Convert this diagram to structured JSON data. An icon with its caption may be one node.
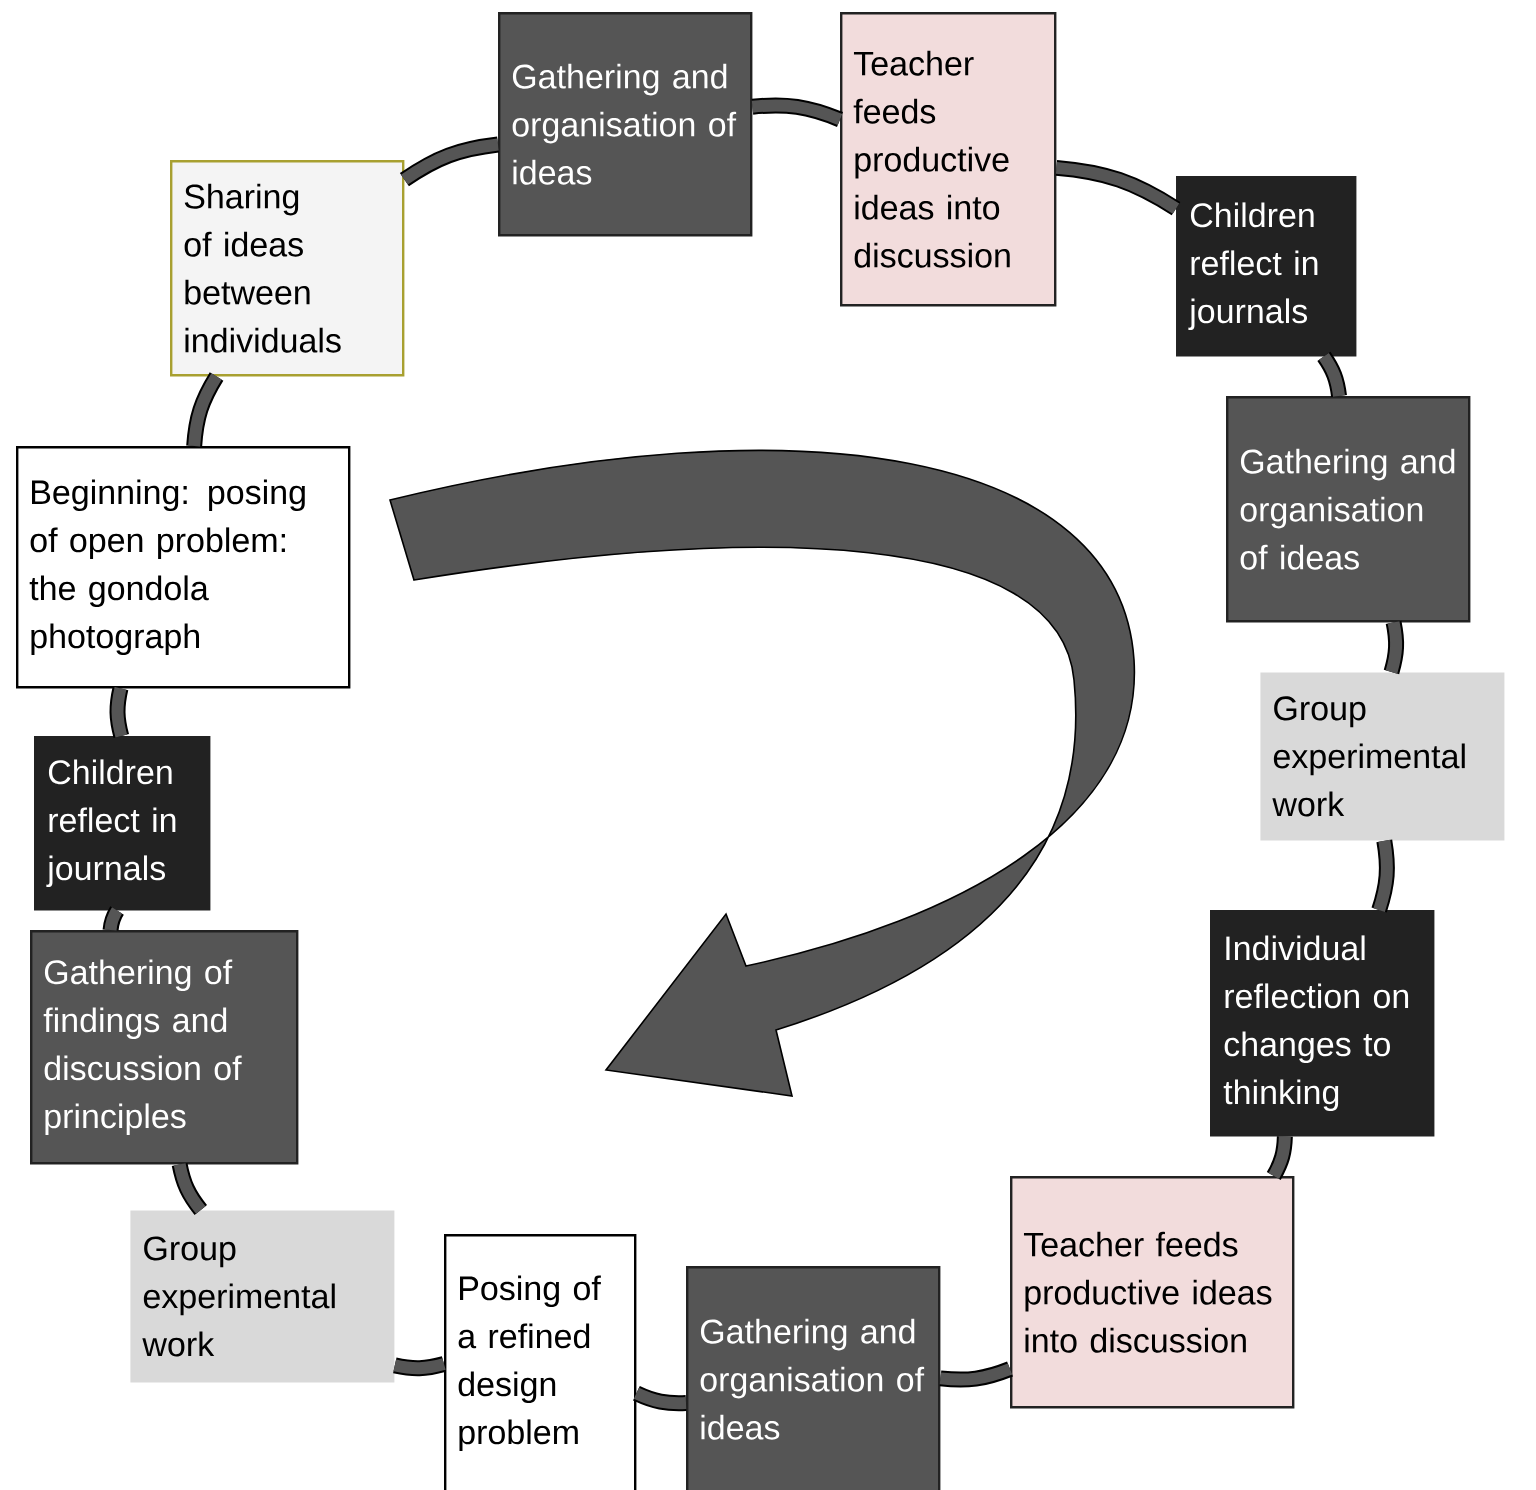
{
  "diagram": {
    "nodes": [
      {
        "text": [
          "Beginning: posing of open problem: the gondola photograph"
        ]
      },
      {
        "text": [
          "Sharing of ideas between individuals"
        ]
      },
      {
        "text": [
          "Gathering and organisation of ideas"
        ]
      },
      {
        "text": [
          "Teacher feeds productive ideas into discussion"
        ]
      },
      {
        "text": [
          "Children reflect in journals"
        ]
      },
      {
        "text": [
          "Gathering and organisation of ideas"
        ]
      },
      {
        "text": [
          "Group experimental work"
        ]
      },
      {
        "text": [
          "Individual reflection on changes to thinking"
        ]
      },
      {
        "text": [
          "Teacher feeds productive ideas into discussion"
        ]
      },
      {
        "text": [
          "Gathering and organisation of ideas"
        ]
      },
      {
        "text": [
          "Posing of a refined design problem"
        ]
      },
      {
        "text": [
          "Group experimental work"
        ]
      },
      {
        "text": [
          "Gathering of findings and discussion of principles"
        ]
      },
      {
        "text": [
          "Children reflect in journals"
        ]
      }
    ],
    "edges": [
      {
        "from": 0,
        "to": 1,
        "arrow": "none"
      },
      {
        "from": 1,
        "to": 2,
        "arrow": "none"
      },
      {
        "from": 2,
        "to": 3,
        "arrow": "none"
      },
      {
        "from": 3,
        "to": 4,
        "arrow": "none"
      },
      {
        "from": 4,
        "to": 5,
        "arrow": "none"
      },
      {
        "from": 5,
        "to": 6,
        "arrow": "none"
      },
      {
        "from": 6,
        "to": 7,
        "arrow": "none"
      },
      {
        "from": 7,
        "to": 8,
        "arrow": "none"
      },
      {
        "from": 8,
        "to": 9,
        "arrow": "none"
      },
      {
        "from": 9,
        "to": 10,
        "arrow": "none"
      },
      {
        "from": 10,
        "to": 11,
        "arrow": "none"
      },
      {
        "from": 11,
        "to": 12,
        "arrow": "none"
      },
      {
        "from": 12,
        "to": 13,
        "arrow": "none"
      },
      {
        "from": 13,
        "to": 0,
        "arrow": "none"
      }
    ]
  }
}
